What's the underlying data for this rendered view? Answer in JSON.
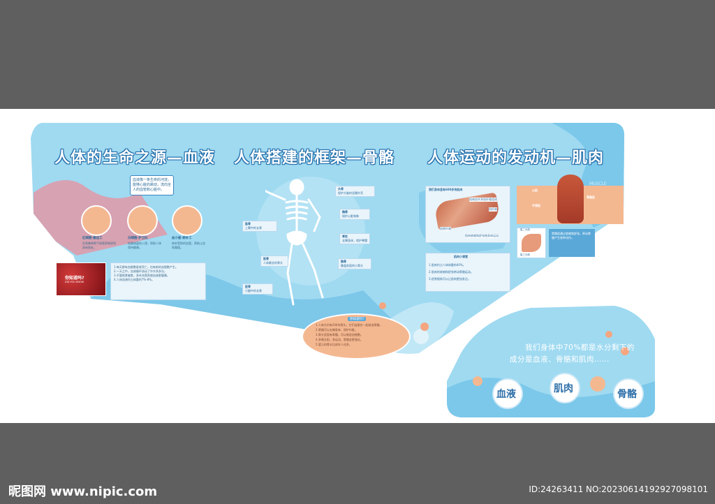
{
  "titles": {
    "blood": "人体的生命之源—血液",
    "bone": "人体搭建的框架—骨骼",
    "muscle": "人体运动的发动机—肌肉"
  },
  "blood": {
    "speech": "血液像一条生命的河流，能够心脏的跳动，流向全人的血管和心脏中。",
    "cells": [
      {
        "title": "红细胞·搬运工",
        "desc": "负责携带氧气和营养物质到身体各处。"
      },
      {
        "title": "白细胞·护卫队",
        "desc": "抵御病菌的入侵，帮助人体保持健康。"
      },
      {
        "title": "血小板·修补工",
        "desc": "修补受损的血管，帮助止血和凝固。"
      }
    ],
    "photo_caption": "你知道吗?",
    "photo_sub": "DID YOU KNOW",
    "facts": [
      "1.每天都有血细胞衰老死亡，也有新的血细胞产生。",
      "2.一天之中，血液循环流动了许许多多次。",
      "3.不要挑食偏食，多补充营养使血液更健康。",
      "4.人体血液约占体重的7%-8%。"
    ]
  },
  "bone": {
    "labels": [
      {
        "name": "头骨",
        "text": "保护大脑的坚硬外壳"
      },
      {
        "name": "胸骨",
        "text": "保护心脏和肺"
      },
      {
        "name": "脊柱",
        "text": "支撑身体，保护脊髓"
      },
      {
        "name": "肱骨",
        "text": "上臂中的长骨"
      },
      {
        "name": "股骨",
        "text": "人体最长的骨头"
      },
      {
        "name": "髌骨",
        "text": "膝盖前面的小骨头"
      },
      {
        "name": "胫骨",
        "text": "小腿中的长骨"
      }
    ],
    "oval_title": "你知道吗?",
    "oval_facts": [
      "1.人体大约有206块骨头，它们连接在一起组成骨骼。",
      "2.骨骼可以支撑身体、保护内脏。",
      "3.骨头里面有骨髓，可以制造血细胞。",
      "4.多晒太阳，多运动，骨骼会更强壮。",
      "5.婴儿的骨头比成年人还多。"
    ]
  },
  "muscle": {
    "diagram_title": "我们身体里有600多块肌肉",
    "diagram_notes": [
      "肌肉由许多肌纤维组成",
      "肌纤维",
      "肌原纤维",
      "肌肉收缩和舒张使身体运动"
    ],
    "small_box_title": "肌肉小课堂",
    "small_box_facts": [
      "1.肌肉约占人体体重的40%。",
      "2.肌肉的收缩和舒张带动骨骼运动。",
      "3.经常锻炼可以让肌肉更加发达。"
    ],
    "body_labels": [
      "心肌",
      "平滑肌",
      "骨骼肌"
    ],
    "muscle_word": "MUSCLE",
    "arm_labels": [
      "肱二头肌",
      "肱三头肌"
    ],
    "arm_note": "骨骼肌通过收缩和舒张，牵动骨骼产生各种动作。"
  },
  "summary": {
    "line1": "我们身体中70%都是水分剩下的",
    "line2": "成分是血液、骨骼和肌肉……",
    "items": [
      "血液",
      "肌肉",
      "骨骼"
    ]
  },
  "watermark": {
    "site": "昵图网 www.nipic.com",
    "id": "ID:24263411 NO:20230614192927098101"
  },
  "colors": {
    "sky": "#7ec9ea",
    "panel": "#9fdaf1",
    "orange": "#f4a680",
    "pink": "#e58a94"
  }
}
